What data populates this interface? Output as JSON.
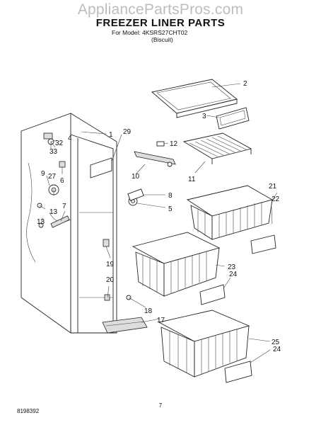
{
  "watermark": "AppliancePartsPros.com",
  "header": {
    "title": "FREEZER LINER PARTS",
    "model": "For Model: 4KSRS27CHT02",
    "variant": "(Biscuit)"
  },
  "footer": {
    "page_number": "7",
    "doc_number": "8198392"
  },
  "diagram": {
    "callouts": [
      "2",
      "3",
      "1",
      "29",
      "32",
      "4",
      "33",
      "12",
      "9",
      "27",
      "6",
      "10",
      "11",
      "8",
      "21",
      "22",
      "5",
      "7",
      "13",
      "13",
      "19",
      "23",
      "24",
      "20",
      "18",
      "17",
      "25",
      "24"
    ]
  }
}
